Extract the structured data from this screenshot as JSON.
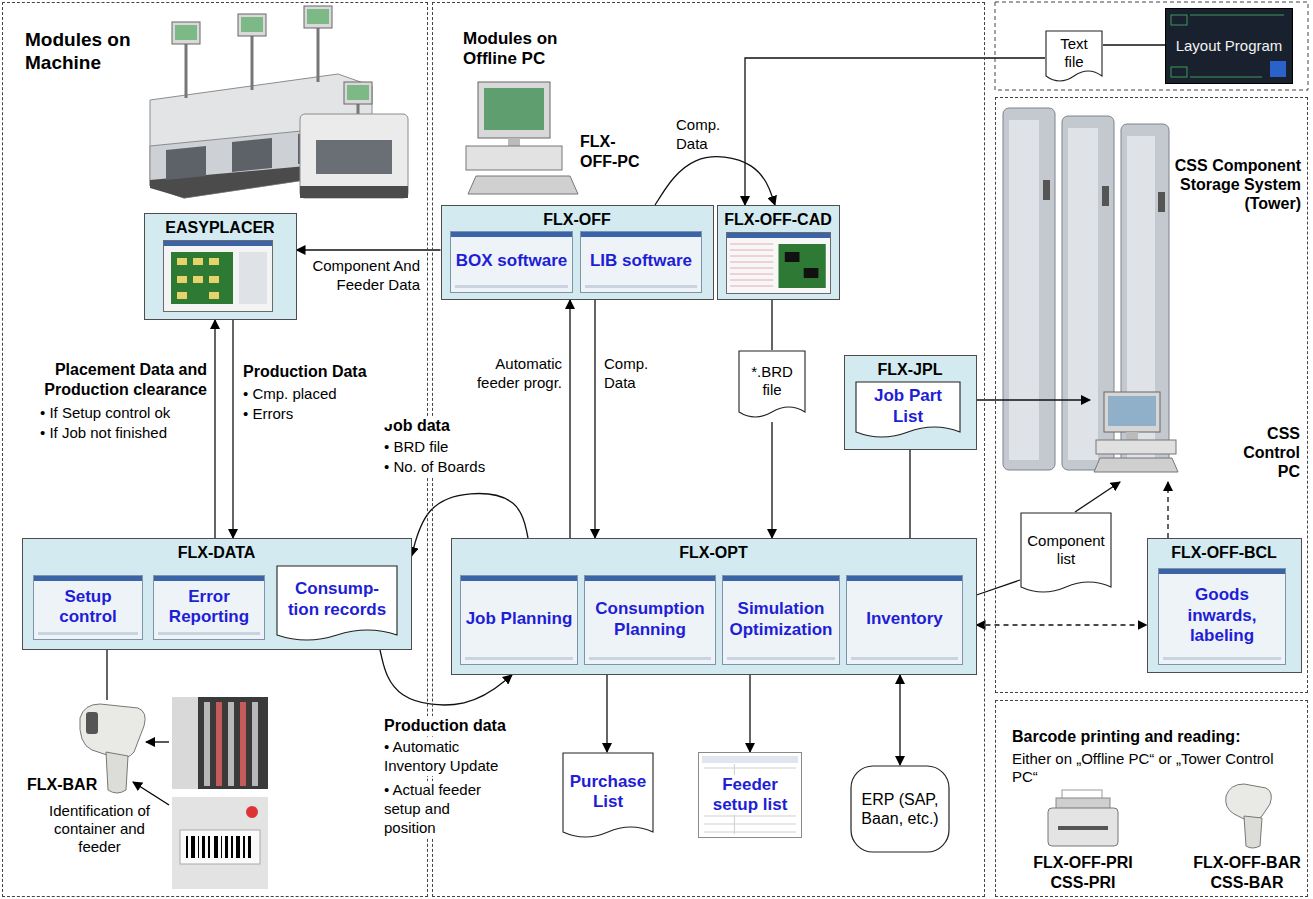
{
  "diagram": {
    "nodes": [
      {
        "text": [
          "Modules on Machine"
        ]
      },
      {
        "text": [
          "EASYPLACER"
        ],
        "in": 0
      },
      {
        "text": [
          "FLX-DATA"
        ],
        "in": 0
      },
      {
        "text": [
          "Setup control"
        ],
        "in": 2
      },
      {
        "text": [
          "Error Reporting"
        ],
        "in": 2
      },
      {
        "text": [
          "Consump- tion records"
        ],
        "in": 2
      },
      {
        "text": [
          "FLX-BAR",
          "Identification of container and feeder"
        ],
        "in": 0
      },
      {
        "text": [
          "Modules on Offline PC"
        ]
      },
      {
        "text": [
          "FLX-OFF"
        ],
        "in": 7
      },
      {
        "text": [
          "BOX software"
        ],
        "in": 8
      },
      {
        "text": [
          "LIB software"
        ],
        "in": 8
      },
      {
        "text": [
          "FLX-OFF-CAD"
        ],
        "in": 7
      },
      {
        "text": [
          "*.BRD file"
        ],
        "in": 7
      },
      {
        "text": [
          "FLX-JPL"
        ],
        "in": 7
      },
      {
        "text": [
          "Job Part List"
        ],
        "in": 13
      },
      {
        "text": [
          "FLX-OPT"
        ],
        "in": 7
      },
      {
        "text": [
          "Job Planning"
        ],
        "in": 15
      },
      {
        "text": [
          "Consumption Planning"
        ],
        "in": 15
      },
      {
        "text": [
          "Simulation Optimization"
        ],
        "in": 15
      },
      {
        "text": [
          "Inventory"
        ],
        "in": 15
      },
      {
        "text": [
          "Purchase List"
        ],
        "in": 7
      },
      {
        "text": [
          "Feeder setup list"
        ],
        "in": 7
      },
      {
        "text": [
          "ERP (SAP, Baan, etc.)"
        ],
        "in": 7
      },
      {
        "text": [
          "Text file"
        ]
      },
      {
        "text": [
          "Layout Program"
        ]
      },
      {
        "text": [
          "CSS Component Storage System (Tower)"
        ]
      },
      {
        "text": [
          "CSS Control PC"
        ],
        "in": 25
      },
      {
        "text": [
          "Component list"
        ],
        "in": 25
      },
      {
        "text": [
          "FLX-OFF-BCL"
        ],
        "in": 25
      },
      {
        "text": [
          "Goods inwards, labeling"
        ],
        "in": 28
      },
      {
        "text": [
          "Barcode printing and reading:",
          "Either on „Offline PC“ or „Tower Control PC“"
        ]
      }
    ],
    "edges": [
      {
        "from": 8,
        "to": 1,
        "arrow": "to",
        "label": "Component And Feeder Data"
      },
      {
        "from": 2,
        "to": 1,
        "arrow": "to",
        "label": "Placement Data and Production clearance"
      },
      {
        "from": 1,
        "to": 2,
        "arrow": "to",
        "label": "Production Data"
      },
      {
        "from": 15,
        "to": 2,
        "arrow": "to",
        "label": "Job data"
      },
      {
        "from": 2,
        "to": 15,
        "arrow": "to",
        "label": "Production data"
      },
      {
        "from": 8,
        "to": 11,
        "arrow": "to",
        "label": "Comp. Data"
      },
      {
        "from": 24,
        "to": 23,
        "arrow": "none"
      },
      {
        "from": 23,
        "to": 11,
        "arrow": "to"
      },
      {
        "from": 15,
        "to": 8,
        "arrow": "to",
        "label": "Automatic feeder progr."
      },
      {
        "from": 8,
        "to": 15,
        "arrow": "to",
        "label": "Comp. Data"
      },
      {
        "from": 11,
        "to": 12,
        "arrow": "none"
      },
      {
        "from": 12,
        "to": 15,
        "arrow": "to"
      },
      {
        "from": 13,
        "to": 15,
        "arrow": "none"
      },
      {
        "from": 13,
        "to": 26,
        "arrow": "to"
      },
      {
        "from": 15,
        "to": 27,
        "arrow": "none"
      },
      {
        "from": 27,
        "to": 26,
        "arrow": "to"
      },
      {
        "from": 15,
        "to": 28,
        "arrow": "both"
      },
      {
        "from": 28,
        "to": 26,
        "arrow": "to"
      },
      {
        "from": 15,
        "to": 20,
        "arrow": "to"
      },
      {
        "from": 15,
        "to": 21,
        "arrow": "to"
      },
      {
        "from": 15,
        "to": 22,
        "arrow": "both"
      },
      {
        "from": 6,
        "to": 3,
        "arrow": "to"
      }
    ],
    "labels": [
      "FLX-OFF-PC",
      "• If Setup control ok",
      "• If Job not finished",
      "• Cmp. placed",
      "• Errors",
      "• BRD file",
      "• No. of Boards",
      "• Automatic Inventory Update",
      "• Actual feeder setup and position",
      "FLX-OFF-PRI",
      "CSS-PRI",
      "FLX-OFF-BAR",
      "CSS-BAR"
    ]
  }
}
